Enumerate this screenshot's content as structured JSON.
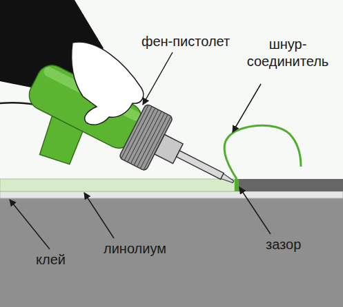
{
  "diagram": {
    "labels": [
      "фен-пистолет",
      "шнур- соединитель",
      "зазор",
      "клей",
      "линолиум"
    ]
  }
}
